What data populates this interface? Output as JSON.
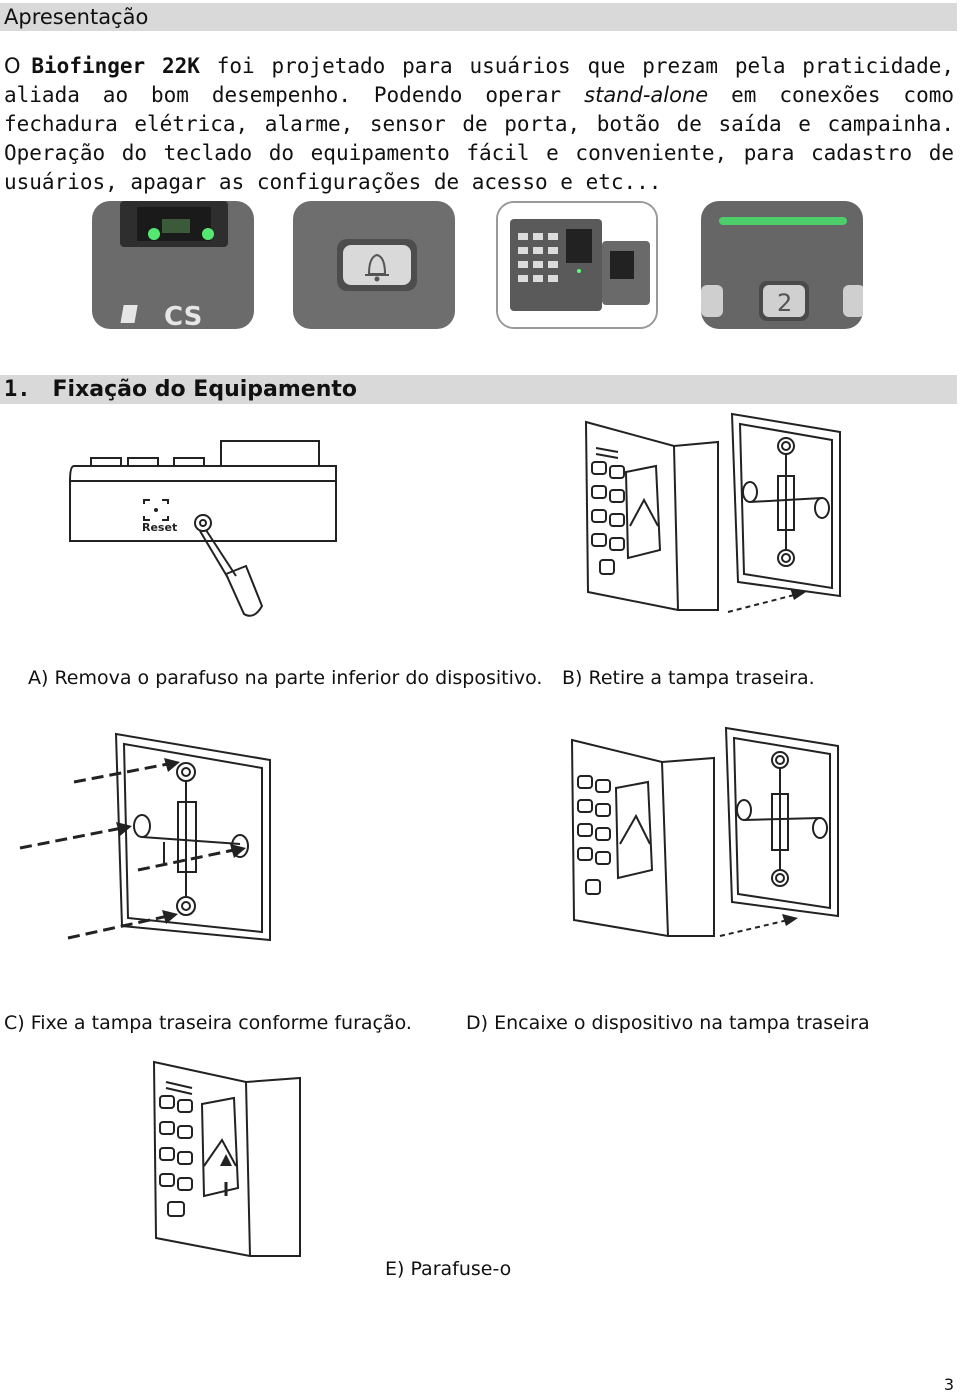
{
  "section_intro": {
    "title": "Apresentação"
  },
  "intro": {
    "p1": "O ",
    "brand": "Biofinger 22K",
    "p2": " foi projetado para usuários que prezam pela praticidade, aliada ao bom desempenho. Podendo operar ",
    "italic": "stand-alone",
    "p3": " em conexões como fechadura elétrica, alarme, sensor de porta, botão de saída e campainha.",
    "p4": " Operação do teclado do equipamento fácil e conveniente, para cadastro de usuários, apagar as configurações de acesso e etc..."
  },
  "section_fix": {
    "number": "1.",
    "title": "Fixação do Equipamento"
  },
  "device": {
    "logo": "CS",
    "reset_label": "Reset",
    "key_number": "2"
  },
  "captions": {
    "a": "A) Remova o parafuso na parte inferior do dispositivo.",
    "b": "B) Retire a tampa traseira.",
    "c": "C) Fixe a tampa traseira conforme furação.",
    "d": "D) Encaixe o dispositivo na tampa traseira",
    "e": "E) Parafuse-o"
  },
  "page_number": "3"
}
